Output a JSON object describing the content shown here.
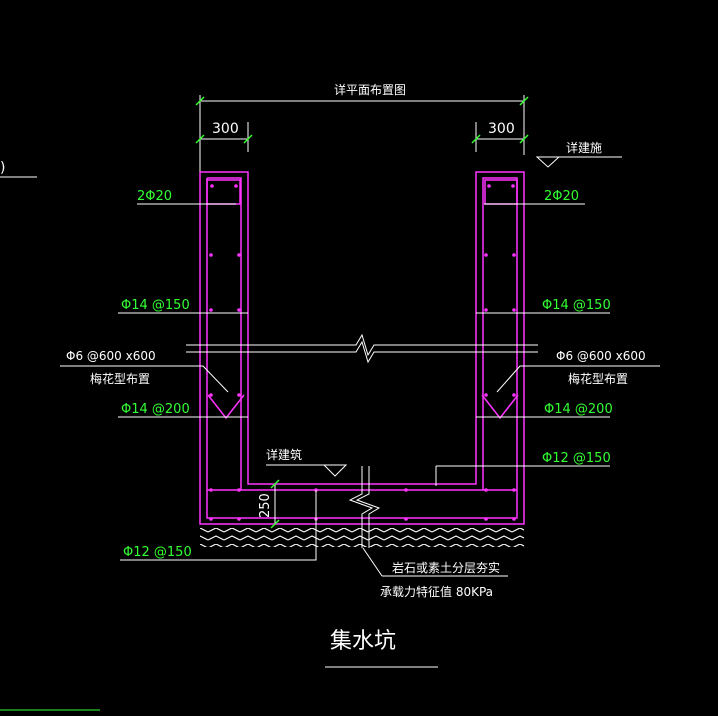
{
  "drawing": {
    "title": "集水坑",
    "top_note": "详平面布置图",
    "dim_left": "300",
    "dim_right": "300",
    "dim_bottom": "250",
    "right_level_note": "详建施",
    "bottom_level_note": "详建筑",
    "left_edge_fragment": ")",
    "rebar_top_left": "2Φ20",
    "rebar_top_right": "2Φ20",
    "rebar_wall_left": "Φ14 @150",
    "rebar_wall_right": "Φ14 @150",
    "tie_left": "Φ6 @600 x600",
    "tie_right": "Φ6 @600 x600",
    "tie_note_left": "梅花型布置",
    "tie_note_right": "梅花型布置",
    "rebar_haunch_left": "Φ14 @200",
    "rebar_haunch_right": "Φ14 @200",
    "rebar_slab_top": "Φ12 @150",
    "rebar_slab_bottom": "Φ12 @150",
    "soil_note_1": "岩石或素土分层夯实",
    "soil_note_2": "承载力特征值  80KPa"
  },
  "colors": {
    "background": "#000000",
    "concrete_outline": "#ff33ff",
    "text_white": "#ffffff",
    "text_green": "#33ff33",
    "lines": "#ffffff"
  }
}
